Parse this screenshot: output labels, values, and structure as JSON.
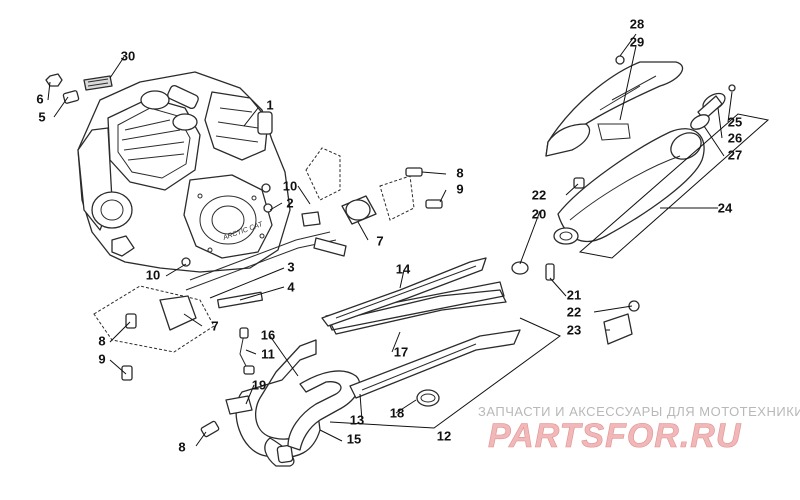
{
  "callouts": {
    "c1": "1",
    "c2": "2",
    "c3": "3",
    "c4": "4",
    "c5": "5",
    "c6": "6",
    "c7a": "7",
    "c7b": "7",
    "c8a": "8",
    "c8b": "8",
    "c8c": "8",
    "c9a": "9",
    "c9b": "9",
    "c10a": "10",
    "c10b": "10",
    "c11": "11",
    "c12": "12",
    "c13": "13",
    "c14": "14",
    "c15": "15",
    "c16": "16",
    "c17": "17",
    "c18": "18",
    "c19": "19",
    "c20": "20",
    "c21": "21",
    "c22a": "22",
    "c22b": "22",
    "c23": "23",
    "c24": "24",
    "c25": "25",
    "c26": "26",
    "c27": "27",
    "c28": "28",
    "c29": "29",
    "c30": "30"
  },
  "engine_marking": "ARCTIC CAT",
  "watermark": {
    "subtitle": "ЗАПЧАСТИ И АКСЕССУАРЫ ДЛЯ МОТОТЕХНИКИ",
    "brand": "PARTSFOR.RU"
  },
  "colors": {
    "line": "#2b2b2b",
    "watermark_brand": "#f0b8b8",
    "watermark_sub": "#b8b8b8"
  }
}
